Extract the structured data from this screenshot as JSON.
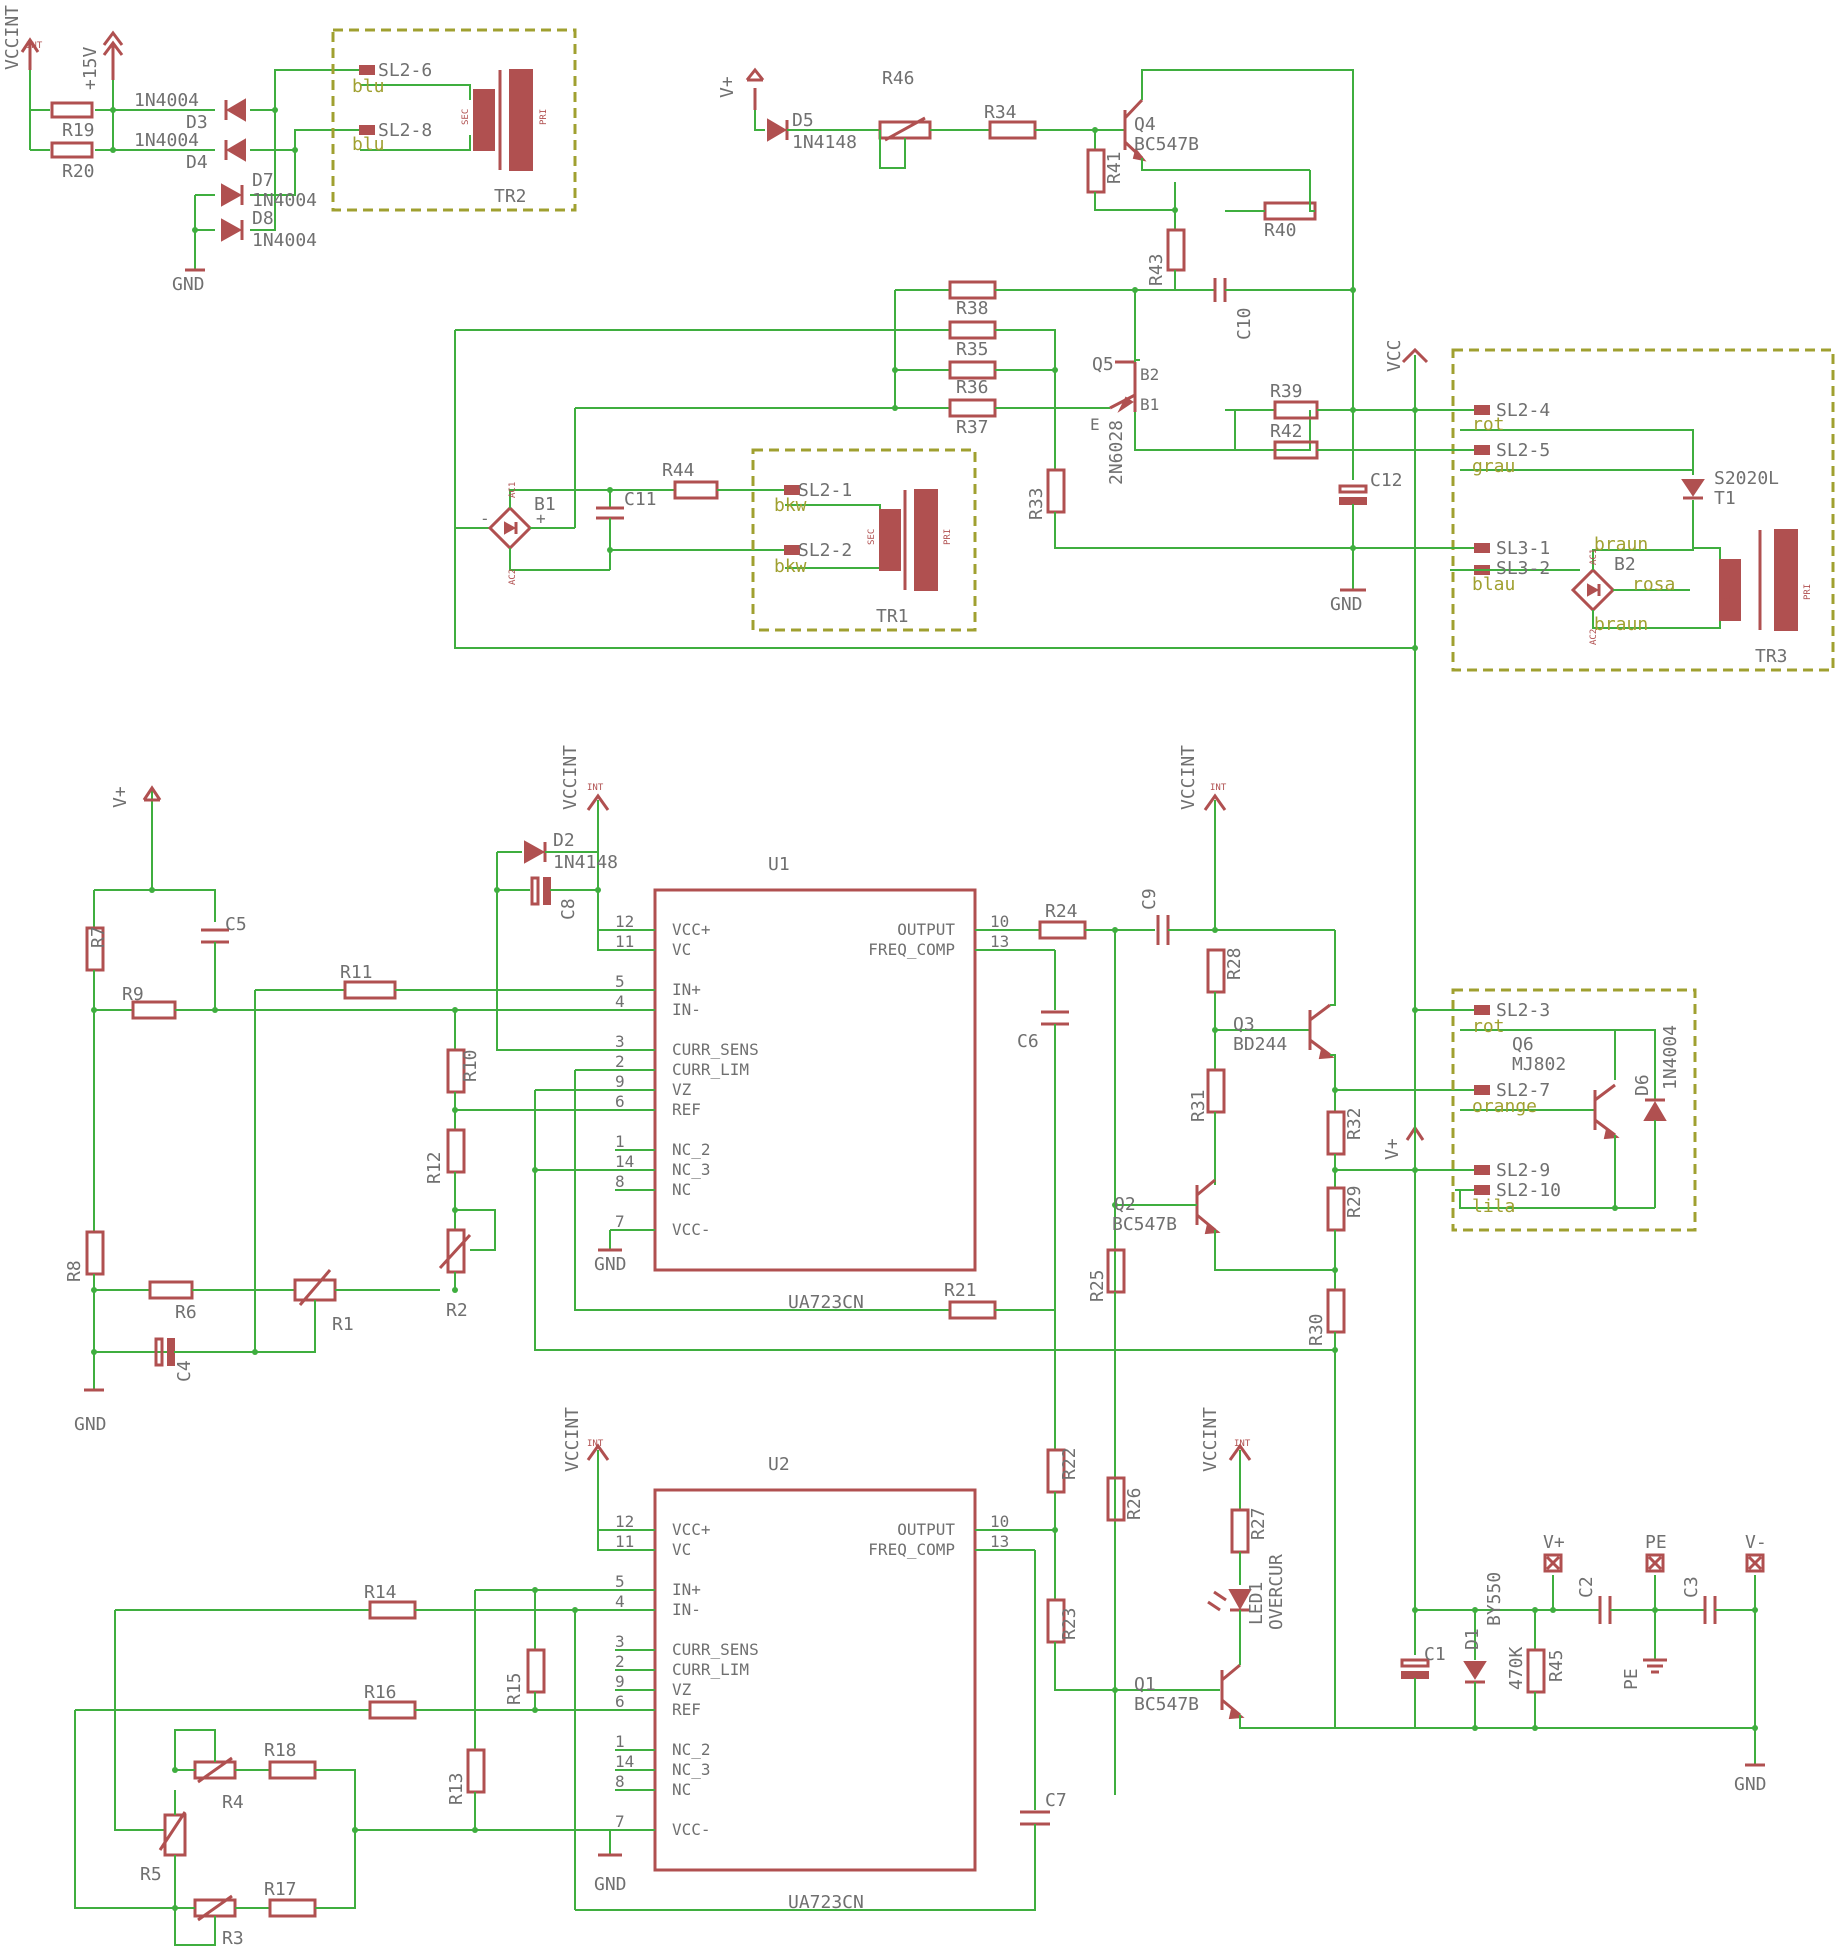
{
  "colors": {
    "wire": "#3fae3f",
    "part": "#b05050",
    "text": "#707070",
    "frame": "#a0a030"
  },
  "supplies": {
    "vccint": "VCCINT",
    "vcc": "VCC",
    "p15v": "+15V",
    "vplus": "V+",
    "vminus": "V-",
    "gnd": "GND",
    "pe": "PE",
    "int": "INT"
  },
  "resistors": [
    "R1",
    "R2",
    "R3",
    "R4",
    "R5",
    "R6",
    "R7",
    "R8",
    "R9",
    "R10",
    "R11",
    "R12",
    "R13",
    "R14",
    "R15",
    "R16",
    "R17",
    "R18",
    "R19",
    "R20",
    "R21",
    "R22",
    "R23",
    "R24",
    "R25",
    "R26",
    "R27",
    "R28",
    "R29",
    "R30",
    "R31",
    "R32",
    "R33",
    "R34",
    "R35",
    "R36",
    "R37",
    "R38",
    "R39",
    "R40",
    "R41",
    "R42",
    "R43",
    "R44",
    "R45",
    "R46"
  ],
  "capacitors": [
    "C1",
    "C2",
    "C3",
    "C4",
    "C5",
    "C6",
    "C7",
    "C8",
    "C9",
    "C10",
    "C11",
    "C12"
  ],
  "diodes": {
    "d1": "D1",
    "d1v": "BY550",
    "d2": "D2",
    "d2v": "1N4148",
    "d3": "D3",
    "d4": "D4",
    "d5": "D5",
    "d5v": "1N4148",
    "d6": "D6",
    "d6v": "1N4004",
    "d7": "D7",
    "d7v": "1N4004",
    "d8": "D8",
    "d8v": "1N4004",
    "n4004": "1N4004"
  },
  "transistors": {
    "q1": "Q1",
    "q1v": "BC547B",
    "q2": "Q2",
    "q2v": "BC547B",
    "q3": "Q3",
    "q3v": "BD244",
    "q4": "Q4",
    "q4v": "BC547B",
    "q5": "Q5",
    "q5v": "2N6028",
    "q6": "Q6",
    "q6v": "MJ802",
    "t1": "T1",
    "t1v": "S2020L"
  },
  "misc": {
    "led": "LED1",
    "ledv": "OVERCUR",
    "r45v": "470K",
    "b1": "B1",
    "b2": "B2",
    "tr1": "TR1",
    "tr2": "TR2",
    "tr3": "TR3"
  },
  "ic": {
    "u1": "U1",
    "u2": "U2",
    "value": "UA723CN",
    "left_pins": [
      {
        "num": "12",
        "name": "VCC+"
      },
      {
        "num": "11",
        "name": "VC"
      },
      {
        "num": "5",
        "name": "IN+"
      },
      {
        "num": "4",
        "name": "IN-"
      },
      {
        "num": "3",
        "name": "CURR_SENS"
      },
      {
        "num": "2",
        "name": "CURR_LIM"
      },
      {
        "num": "9",
        "name": "VZ"
      },
      {
        "num": "6",
        "name": "REF"
      },
      {
        "num": "1",
        "name": "NC_2"
      },
      {
        "num": "14",
        "name": "NC_3"
      },
      {
        "num": "8",
        "name": "NC"
      },
      {
        "num": "7",
        "name": "VCC-"
      }
    ],
    "right_pins": [
      {
        "num": "10",
        "name": "OUTPUT"
      },
      {
        "num": "13",
        "name": "FREQ_COMP"
      }
    ]
  },
  "connectors": {
    "sl2_1": "SL2-1",
    "sl2_2": "SL2-2",
    "sl2_3": "SL2-3",
    "sl2_4": "SL2-4",
    "sl2_5": "SL2-5",
    "sl2_6": "SL2-6",
    "sl2_7": "SL2-7",
    "sl2_8": "SL2-8",
    "sl2_9": "SL2-9",
    "sl2_10": "SL2-10",
    "sl3_1": "SL3-1",
    "sl3_2": "SL3-2"
  },
  "wire_colors": {
    "blu": "blu",
    "bkw": "bkw",
    "rot": "rot",
    "grau": "grau",
    "blau": "blau",
    "braun": "braun",
    "rosa": "rosa",
    "orange": "orange",
    "lila": "lila"
  },
  "pin_marks": {
    "sec": "SEC",
    "pri": "PRI",
    "ac1": "AC1",
    "ac2": "AC2",
    "plus": "+",
    "minus": "-",
    "e": "E",
    "b1": "B1",
    "b2": "B2"
  }
}
